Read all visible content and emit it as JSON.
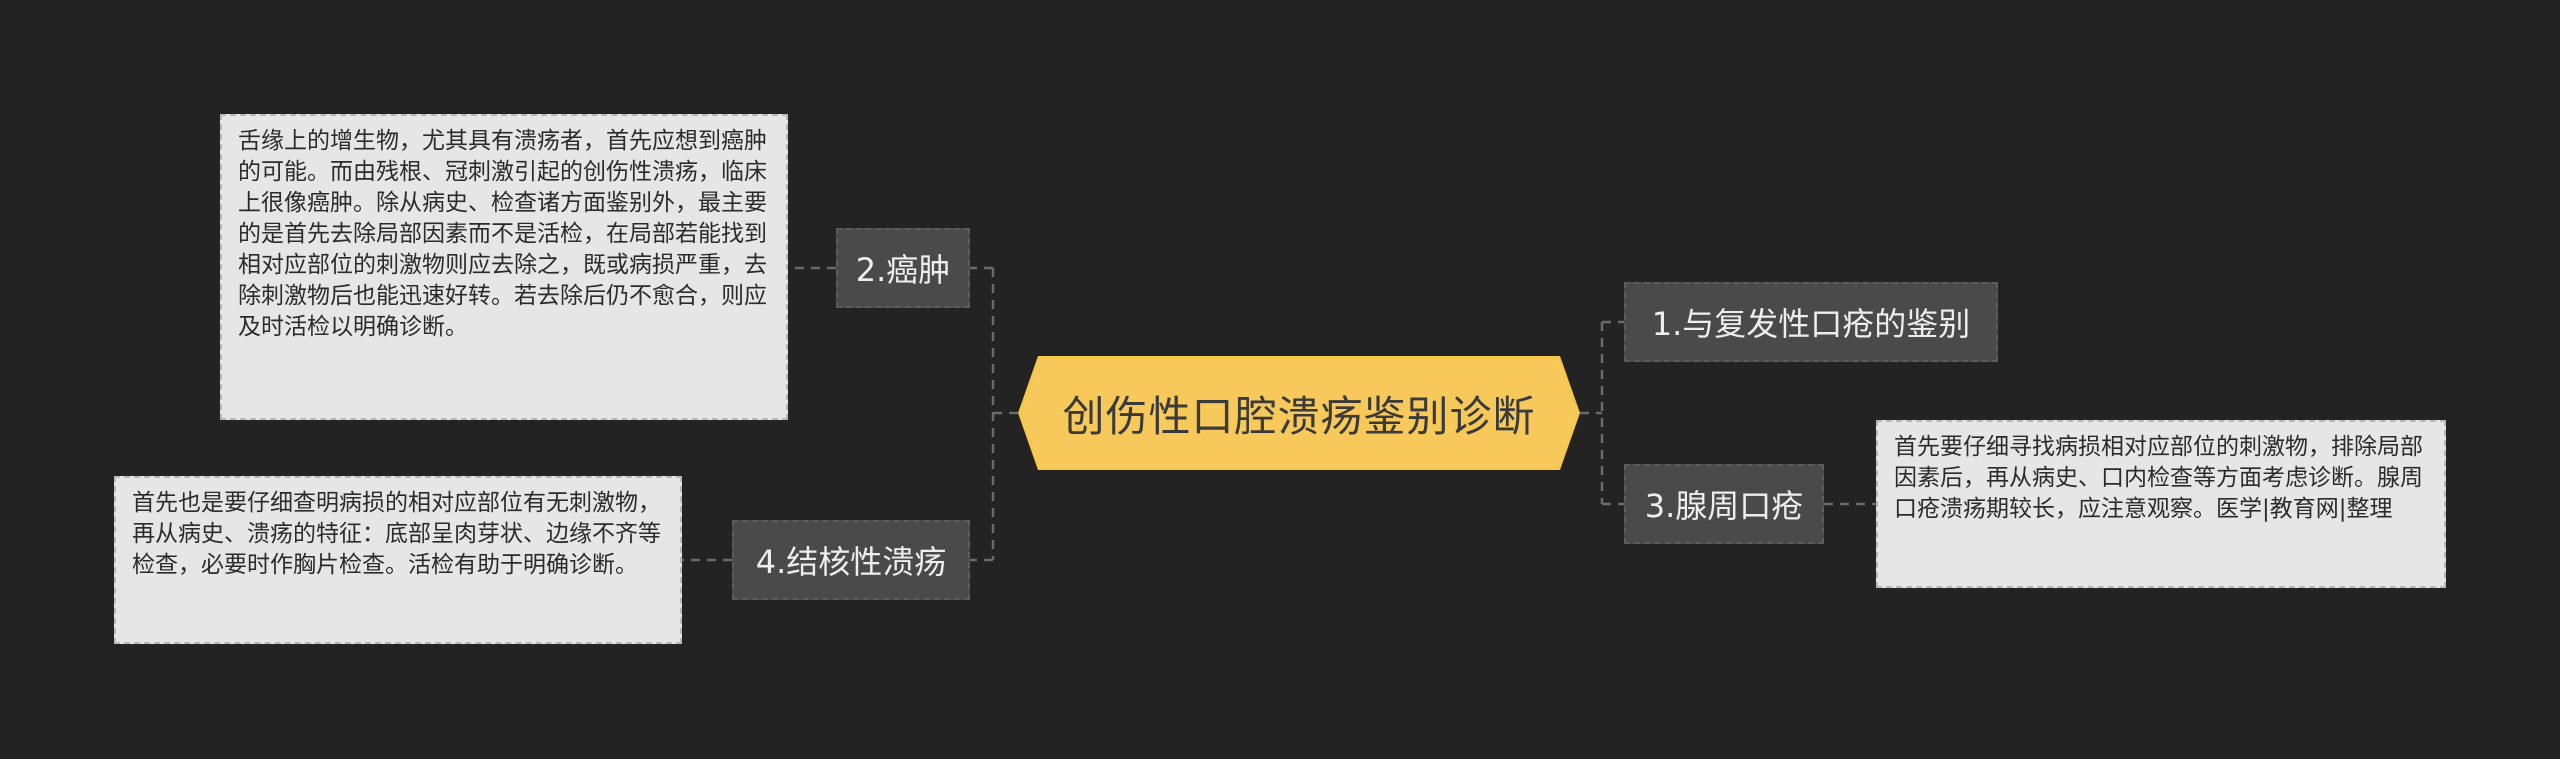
{
  "central": {
    "title": "创伤性口腔溃疡鉴别诊断"
  },
  "branches": [
    {
      "label": "2.癌肿"
    },
    {
      "label": "4.结核性溃疡"
    },
    {
      "label": "1.与复发性口疮的鉴别"
    },
    {
      "label": "3.腺周口疮"
    }
  ],
  "notes": {
    "cancer": "舌缘上的增生物，尤其具有溃疡者，首先应想到癌肿的可能。而由残根、冠刺激引起的创伤性溃疡，临床上很像癌肿。除从病史、检查诸方面鉴别外，最主要的是首先去除局部因素而不是活检，在局部若能找到相对应部位的刺激物则应去除之，既或病损严重，去除刺激物后也能迅速好转。若去除后仍不愈合，则应及时活检以明确诊断。",
    "tuberculous": "首先也是要仔细查明病损的相对应部位有无刺激物，再从病史、溃疡的特征：底部呈肉芽状、边缘不齐等检查，必要时作胸片检查。活检有助于明确诊断。",
    "periadenitis": "首先要仔细寻找病损相对应部位的刺激物，排除局部因素后，再从病史、口内检查等方面考虑诊断。腺周口疮溃疡期较长，应注意观察。医学|教育网|整理"
  },
  "colors": {
    "background": "#232323",
    "central_fill": "#f6c95a",
    "branch_fill": "#4a4a4a",
    "note_fill": "#e6e6e6",
    "connector": "#6b6b6b"
  }
}
